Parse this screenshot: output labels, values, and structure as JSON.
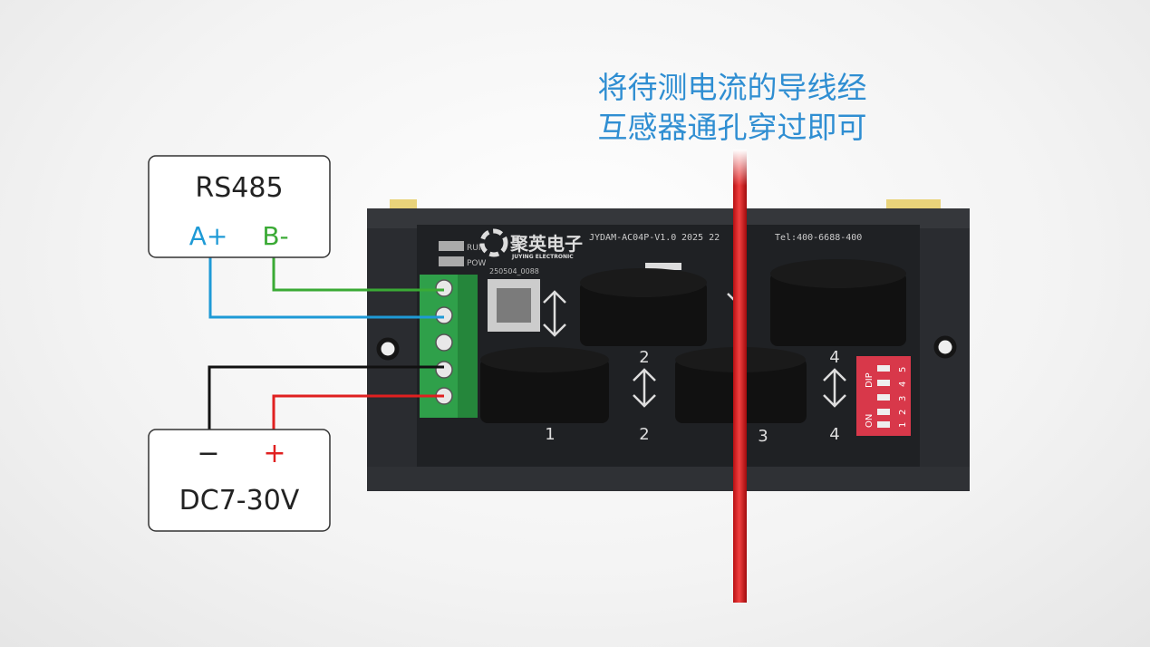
{
  "caption": {
    "line1": "将待测电流的导线经",
    "line2": "互感器通孔穿过即可",
    "color": "#2f8ed2"
  },
  "rs485_box": {
    "title": "RS485",
    "a_label": "A+",
    "b_label": "B-",
    "a_color": "#1e9ad6",
    "b_color": "#3aaa35"
  },
  "power_box": {
    "minus_label": "−",
    "plus_label": "+",
    "voltage": "DC7-30V",
    "plus_color": "#e02020"
  },
  "device": {
    "brand_cn": "聚英电子",
    "brand_en": "JUYING ELECTRONIC",
    "model": "JYDAM-AC04P-V1.0",
    "date": "2025  22",
    "tel": "Tel:400-6688-400",
    "run_label": "RUN",
    "pow_label": "POW",
    "serial": "250504_0088",
    "dip_label": "DIP",
    "dip_on": "ON",
    "dip_numbers": [
      "1",
      "2",
      "3",
      "4",
      "5"
    ],
    "channel_labels": [
      "1",
      "2",
      "2",
      "3",
      "4",
      "4"
    ]
  }
}
